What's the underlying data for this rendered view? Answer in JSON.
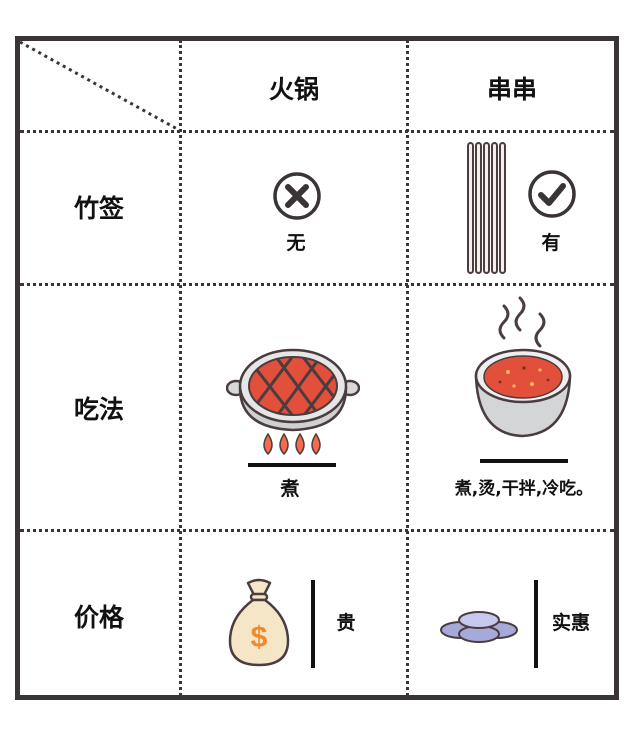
{
  "columns": [
    "火锅",
    "串串"
  ],
  "rows": [
    {
      "label": "竹签",
      "hotpot": {
        "text": "无",
        "icon": "cross-circle-icon"
      },
      "chuanchuan": {
        "text": "有",
        "icon": "check-circle-icon"
      }
    },
    {
      "label": "吃法",
      "hotpot": {
        "text": "煮",
        "icon": "hotpot-grill-icon"
      },
      "chuanchuan": {
        "text": "煮,烫,干拌,冷吃。",
        "icon": "steaming-bowl-icon"
      }
    },
    {
      "label": "价格",
      "hotpot": {
        "text": "贵",
        "icon": "money-bag-icon"
      },
      "chuanchuan": {
        "text": "实惠",
        "icon": "coins-icon"
      }
    }
  ],
  "colors": {
    "frame": "#3a3437",
    "soup": "#e2503c",
    "flame": "#f36b4d",
    "bag": "#f5e6c8",
    "coin": "#a7a9d8",
    "dollar": "#f08a2c"
  }
}
